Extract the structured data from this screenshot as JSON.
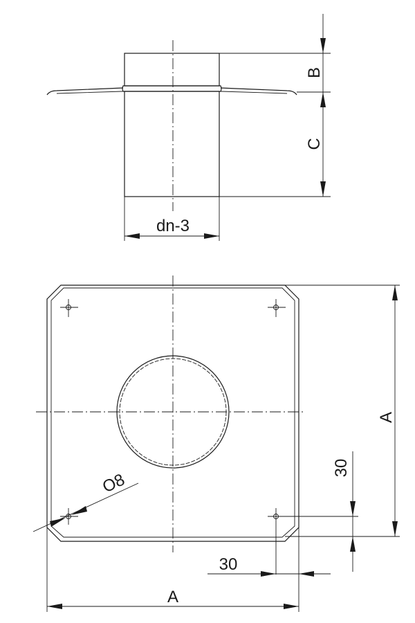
{
  "labels": {
    "dim_b": "B",
    "dim_c": "C",
    "dim_dn": "dn-3",
    "dim_a_vertical": "A",
    "dim_a_horizontal": "A",
    "dim_30_vertical": "30",
    "dim_30_horizontal": "30",
    "dim_hole": "O8"
  }
}
